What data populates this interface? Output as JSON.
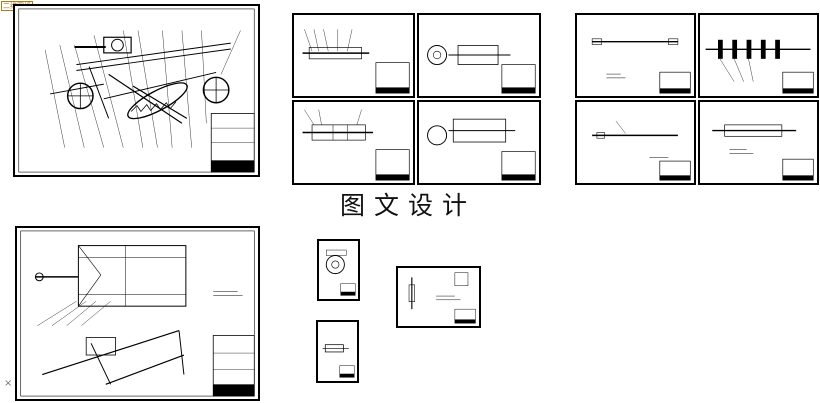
{
  "toolbar": {
    "top_left_label": "二维图纸"
  },
  "watermark": {
    "text": "图文设计"
  },
  "cursor": {
    "glyph": "×"
  },
  "colors": {
    "line": "#000000",
    "label": "#b07a1a",
    "background": "#ffffff"
  },
  "sheets": [
    {
      "name": "main-assembly-drawing"
    },
    {
      "name": "shaft-part-drawing-1"
    },
    {
      "name": "shaft-part-drawing-2"
    },
    {
      "name": "shaft-part-drawing-3"
    },
    {
      "name": "shaft-part-drawing-4"
    },
    {
      "name": "rotor-part-drawing-1"
    },
    {
      "name": "rotor-part-drawing-2"
    },
    {
      "name": "rotor-part-drawing-3"
    },
    {
      "name": "rotor-part-drawing-4"
    },
    {
      "name": "frame-assembly-drawing"
    },
    {
      "name": "gear-part-drawing"
    },
    {
      "name": "small-part-drawing"
    },
    {
      "name": "bracket-part-drawing"
    }
  ]
}
